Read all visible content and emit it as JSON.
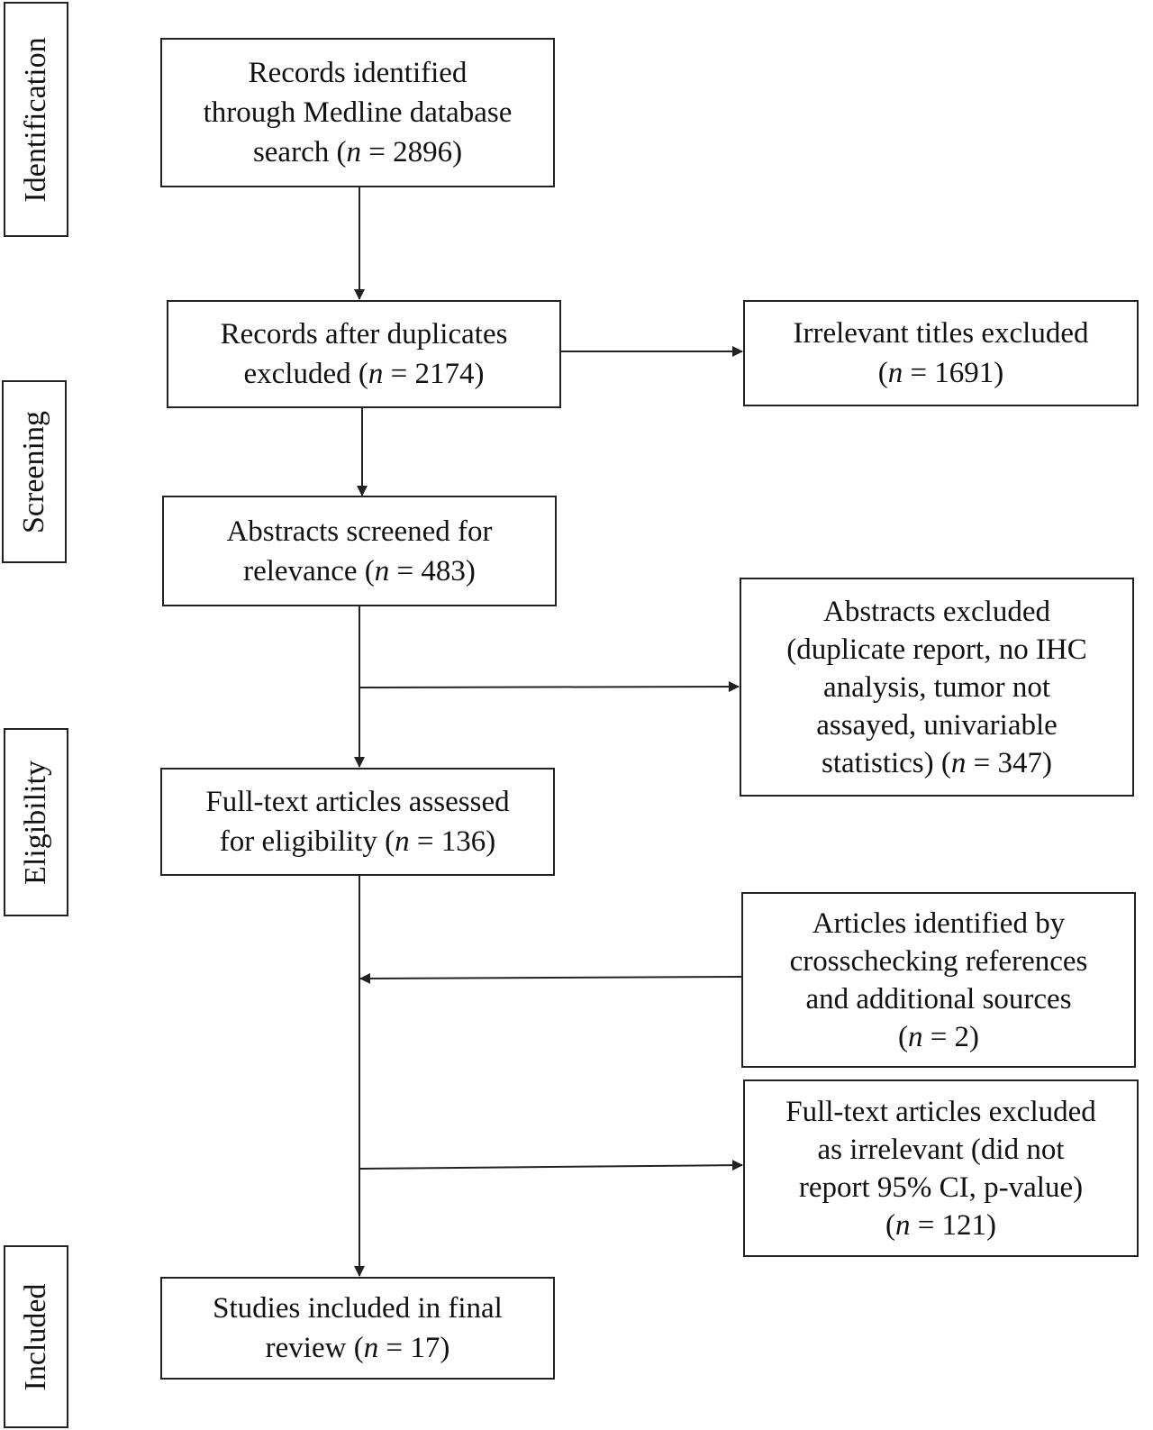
{
  "stages": [
    {
      "id": "identification",
      "label": "Identification"
    },
    {
      "id": "screening",
      "label": "Screening"
    },
    {
      "id": "eligibility",
      "label": "Eligibility"
    },
    {
      "id": "included",
      "label": "Included"
    }
  ],
  "boxes": {
    "records_identified": {
      "lines": [
        "Records identified",
        "through Medline database"
      ],
      "last_prefix": "search (",
      "n_symbol": "n",
      "n_value": " = 2896)"
    },
    "records_after_duplicates": {
      "lines": [
        "Records after duplicates"
      ],
      "last_prefix": "excluded (",
      "n_symbol": "n",
      "n_value": " = 2174)"
    },
    "irrelevant_titles": {
      "lines": [
        "Irrelevant titles excluded"
      ],
      "last_prefix": "(",
      "n_symbol": "n",
      "n_value": " = 1691)"
    },
    "abstracts_screened": {
      "lines": [
        "Abstracts screened for"
      ],
      "last_prefix": "relevance (",
      "n_symbol": "n",
      "n_value": " = 483)"
    },
    "abstracts_excluded": {
      "lines": [
        "Abstracts excluded",
        "(duplicate report, no IHC",
        "analysis, tumor not",
        "assayed, univariable"
      ],
      "last_prefix": "statistics) (",
      "n_symbol": "n",
      "n_value": " = 347)"
    },
    "fulltext_assessed": {
      "lines": [
        "Full-text articles assessed"
      ],
      "last_prefix": "for eligibility (",
      "n_symbol": "n",
      "n_value": " = 136)"
    },
    "articles_crosschecked": {
      "lines": [
        "Articles identified by",
        "crosschecking references",
        "and additional sources"
      ],
      "last_prefix": "(",
      "n_symbol": "n",
      "n_value": " = 2)"
    },
    "fulltext_excluded": {
      "lines": [
        "Full-text articles excluded",
        "as irrelevant (did not",
        "report 95% CI, p-value)"
      ],
      "last_prefix": "(",
      "n_symbol": "n",
      "n_value": " = 121)"
    },
    "studies_included": {
      "lines": [
        "Studies included in final"
      ],
      "last_prefix": "review (",
      "n_symbol": "n",
      "n_value": " = 17)"
    }
  },
  "colors": {
    "line": "#222222",
    "text": "#111111",
    "background": "#ffffff"
  }
}
